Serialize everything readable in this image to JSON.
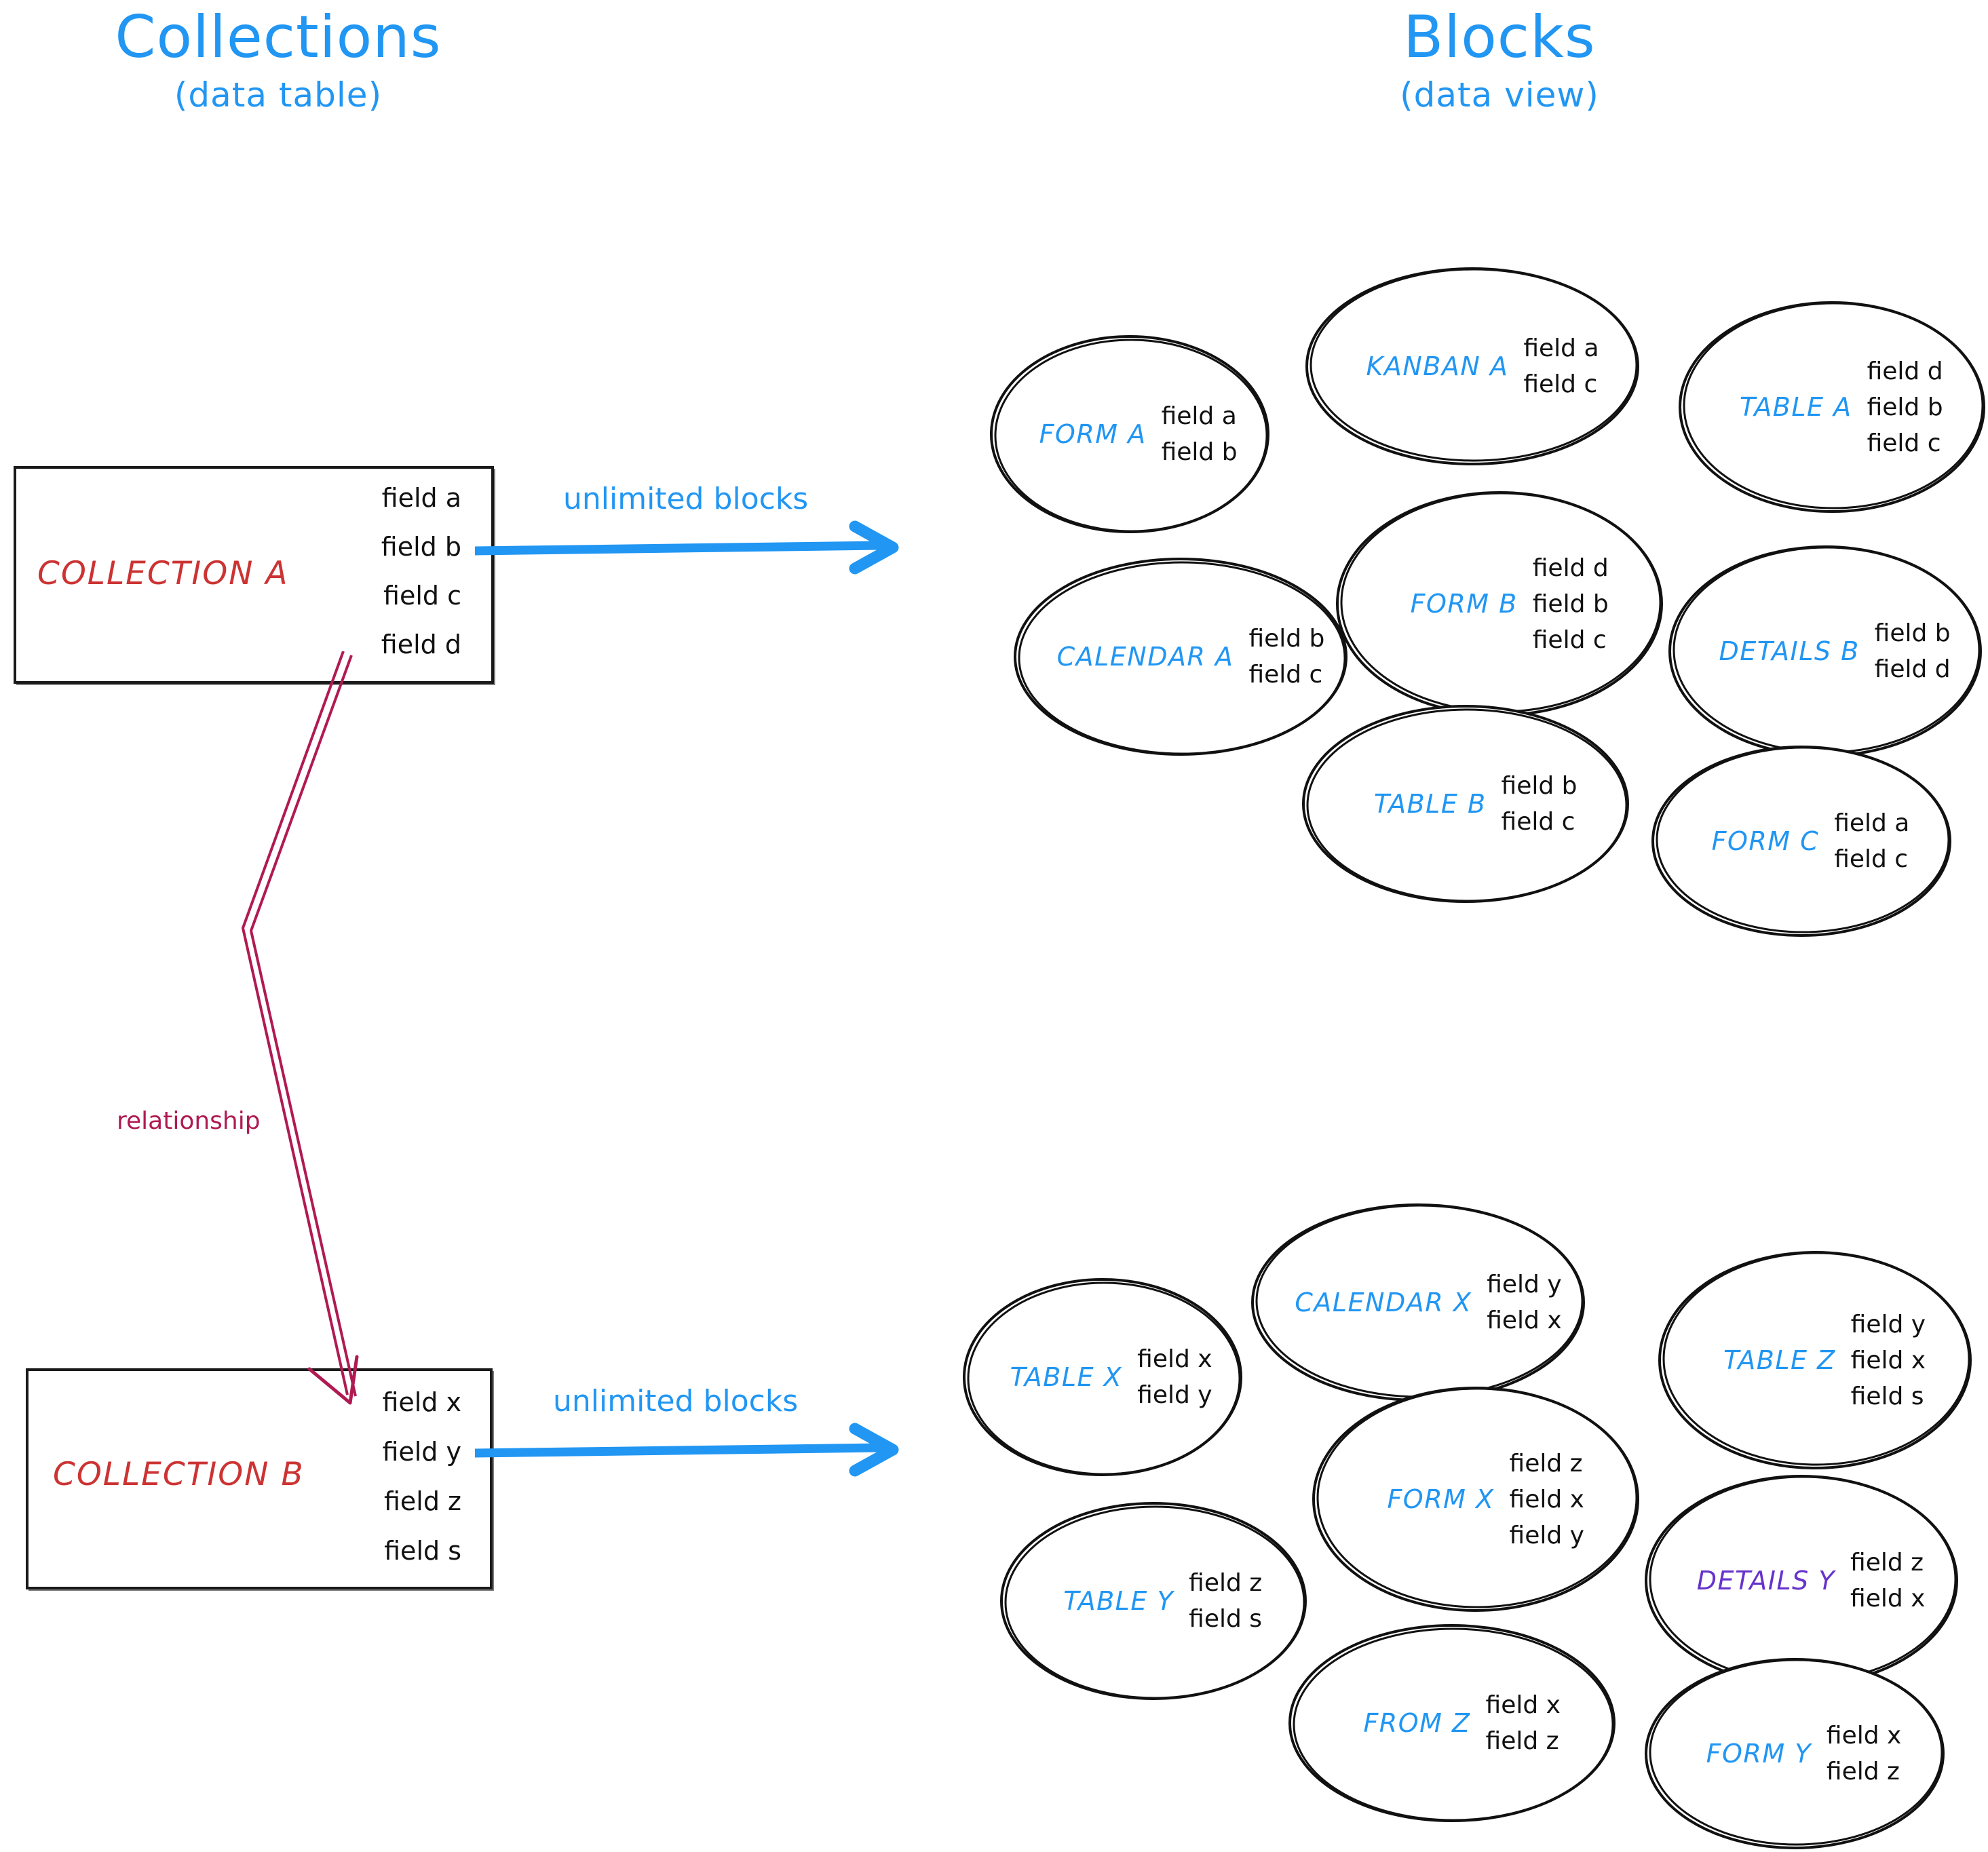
{
  "headings": {
    "left": {
      "main": "Collections",
      "sub": "(data table)"
    },
    "right": {
      "main": "Blocks",
      "sub": "(data view)"
    }
  },
  "colors": {
    "accent_blue": "#2196f3",
    "collection_red": "#cc3333",
    "relationship_crimson": "#b01a52",
    "details_purple": "#6633cc",
    "ink_black": "#111111"
  },
  "collections": [
    {
      "name": "COLLECTION A",
      "fields": [
        "field a",
        "field b",
        "field c",
        "field d"
      ]
    },
    {
      "name": "COLLECTION B",
      "fields": [
        "field x",
        "field y",
        "field z",
        "field s"
      ]
    }
  ],
  "arrows": {
    "top_label": "unlimited blocks",
    "bottom_label": "unlimited blocks",
    "relationship_label": "relationship"
  },
  "blocks_top": [
    {
      "label": "FORM A",
      "fields": [
        "field a",
        "field b"
      ]
    },
    {
      "label": "KANBAN A",
      "fields": [
        "field a",
        "field c"
      ]
    },
    {
      "label": "TABLE A",
      "fields": [
        "field d",
        "field b",
        "field c"
      ]
    },
    {
      "label": "CALENDAR A",
      "fields": [
        "field b",
        "field c"
      ]
    },
    {
      "label": "FORM B",
      "fields": [
        "field d",
        "field b",
        "field c"
      ]
    },
    {
      "label": "DETAILS B",
      "fields": [
        "field b",
        "field d"
      ]
    },
    {
      "label": "TABLE B",
      "fields": [
        "field b",
        "field c"
      ]
    },
    {
      "label": "FORM C",
      "fields": [
        "field a",
        "field c"
      ]
    }
  ],
  "blocks_bottom": [
    {
      "label": "TABLE X",
      "fields": [
        "field x",
        "field y"
      ]
    },
    {
      "label": "CALENDAR X",
      "fields": [
        "field y",
        "field x"
      ]
    },
    {
      "label": "TABLE Z",
      "fields": [
        "field y",
        "field x",
        "field s"
      ]
    },
    {
      "label": "TABLE Y",
      "fields": [
        "field z",
        "field s"
      ]
    },
    {
      "label": "FORM X",
      "fields": [
        "field z",
        "field x",
        "field y"
      ]
    },
    {
      "label": "DETAILS Y",
      "fields": [
        "field z",
        "field x"
      ]
    },
    {
      "label": "FROM Z",
      "fields": [
        "field x",
        "field z"
      ]
    },
    {
      "label": "FORM Y",
      "fields": [
        "field x",
        "field z"
      ]
    }
  ]
}
